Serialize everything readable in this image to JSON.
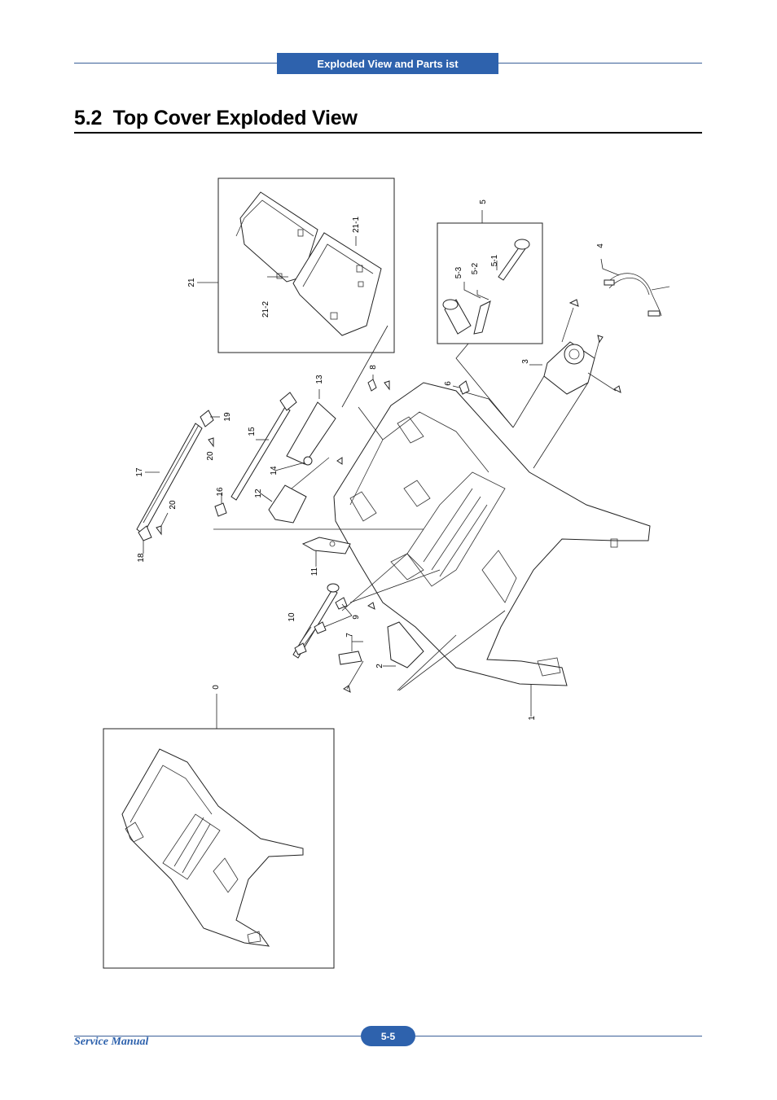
{
  "header": {
    "section_tab": "Exploded View and Parts   ist"
  },
  "title": "5.2  Top Cover Exploded View",
  "footer": {
    "manual": "Service Manual",
    "page": "5-5"
  },
  "callouts": {
    "c0": "0",
    "c1": "1",
    "c2": "2",
    "c3": "3",
    "c4": "4",
    "c5": "5",
    "c5_1": "5-1",
    "c5_2": "5-2",
    "c5_3": "5-3",
    "c6": "6",
    "c7": "7",
    "c8": "8",
    "c9": "9",
    "c10": "10",
    "c11": "11",
    "c12": "12",
    "c13": "13",
    "c14": "14",
    "c15": "15",
    "c16": "16",
    "c17": "17",
    "c18": "18",
    "c19": "19",
    "c20a": "20",
    "c20b": "20",
    "c21": "21",
    "c21_1": "21-1",
    "c21_2": "21-2"
  },
  "colors": {
    "accent": "#2e62ad",
    "rule": "#3a5f98"
  }
}
